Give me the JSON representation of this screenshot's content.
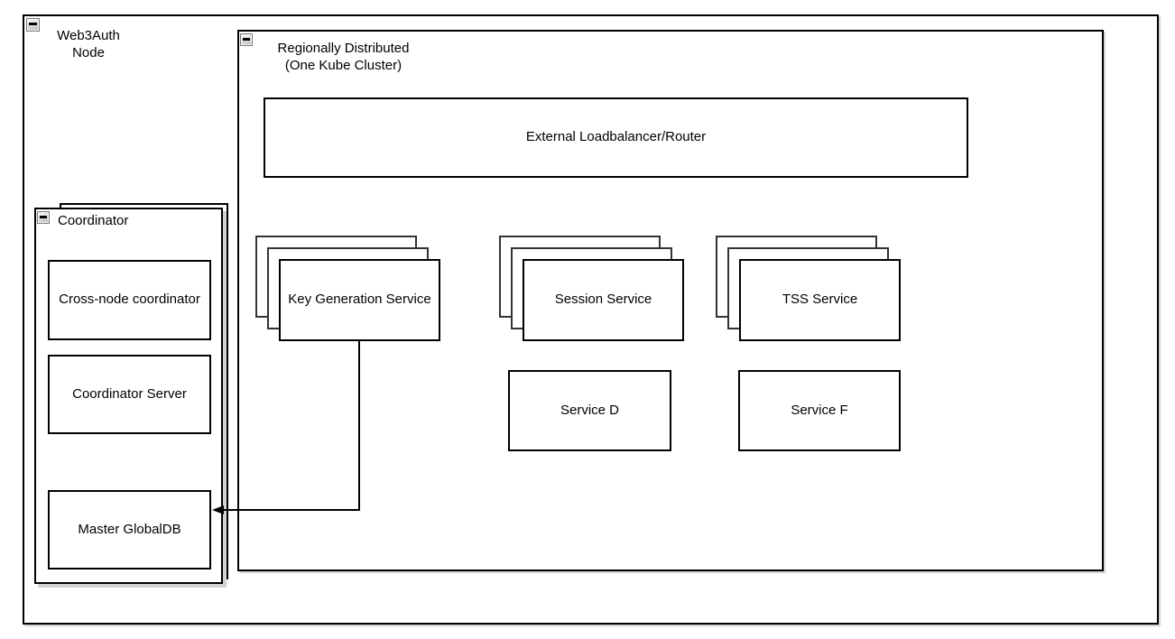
{
  "diagram": {
    "outer_container": {
      "title_lines": [
        "Web3Auth",
        "Node"
      ]
    },
    "regional_container": {
      "title_lines": [
        "Regionally Distributed",
        "(One Kube Cluster)"
      ]
    },
    "loadbalancer": {
      "label": "External Loadbalancer/Router"
    },
    "stacks": [
      {
        "label": "Key Generation Service",
        "visible_replicas": 3
      },
      {
        "label": "Session Service",
        "visible_replicas": 3
      },
      {
        "label": "TSS Service",
        "visible_replicas": 3
      }
    ],
    "services": [
      {
        "label": "Service D"
      },
      {
        "label": "Service F"
      }
    ],
    "coordinator": {
      "title": "Coordinator",
      "boxes": [
        "Cross-node coordinator",
        "Coordinator Server",
        "Master GlobalDB"
      ]
    },
    "connection": {
      "from": "Key Generation Service",
      "to": "Master GlobalDB"
    },
    "colors": {
      "line": "#000000",
      "background": "#ffffff",
      "coordinator_shadow": "#d2d2d2"
    }
  }
}
